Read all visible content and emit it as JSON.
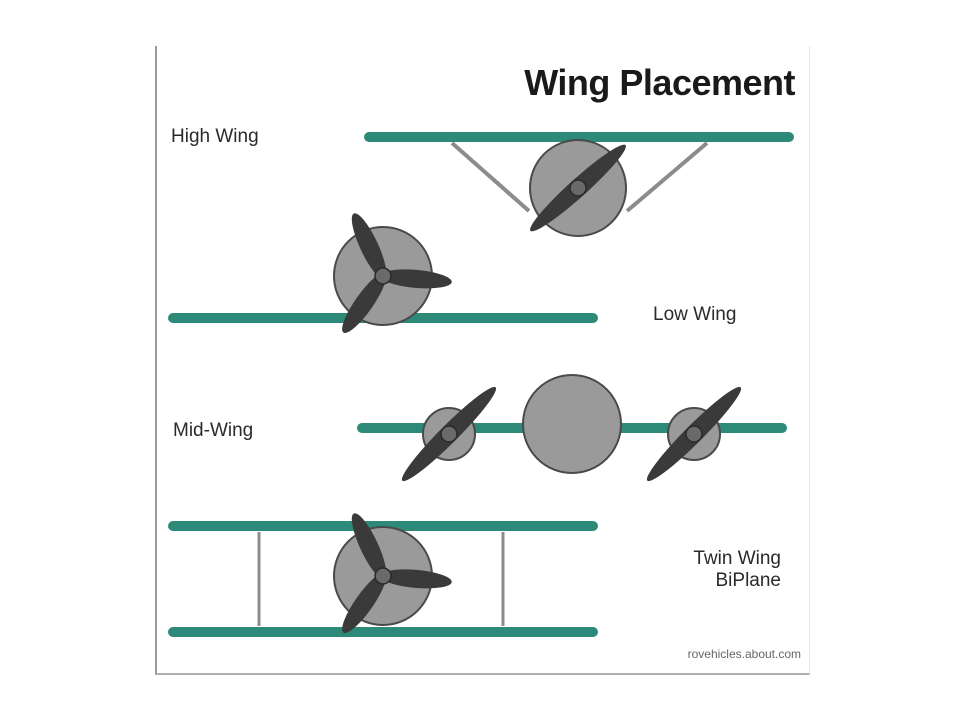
{
  "title": "Wing Placement",
  "labels": {
    "high_wing": "High Wing",
    "low_wing": "Low Wing",
    "mid_wing": "Mid-Wing",
    "twin_wing_line1": "Twin Wing",
    "twin_wing_line2": "BiPlane"
  },
  "credit": "rovehicles.about.com",
  "colors": {
    "wing": "#2e8a78",
    "fuselage": "#9a9a9a",
    "fuselage_outline": "#4a4a4a",
    "propeller": "#3a3a3a",
    "strut": "#8c8c8c"
  }
}
